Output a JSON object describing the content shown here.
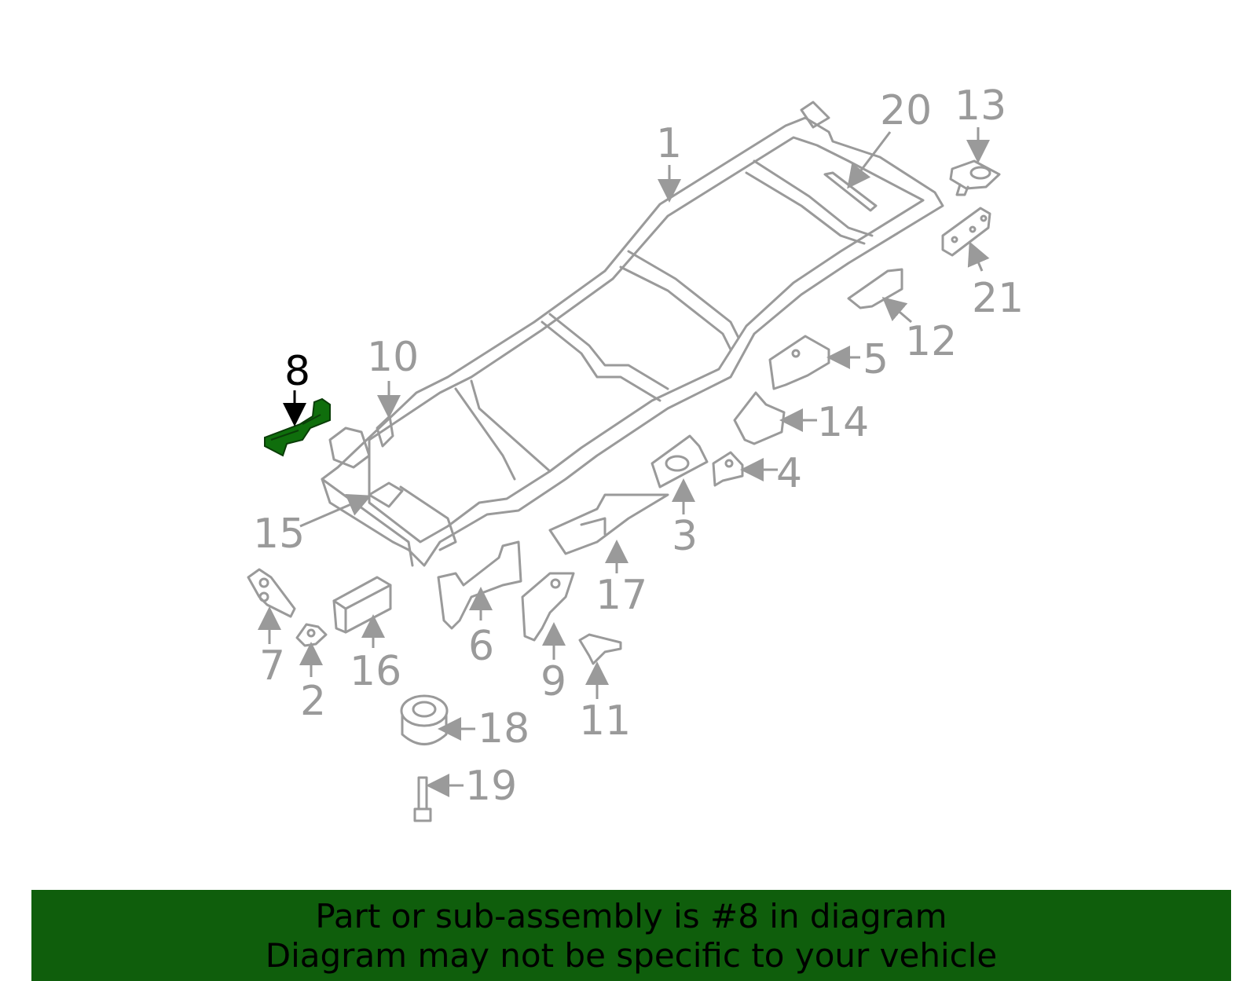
{
  "colors": {
    "line": "#9a9a9a",
    "highlight_fill": "#0f6e0c",
    "highlight_text": "#000000",
    "banner_bg": "#0f5e0c"
  },
  "highlighted_part": "8",
  "callouts": {
    "c1": "1",
    "c2": "2",
    "c3": "3",
    "c4": "4",
    "c5": "5",
    "c6": "6",
    "c7": "7",
    "c8": "8",
    "c9": "9",
    "c10": "10",
    "c11": "11",
    "c12": "12",
    "c13": "13",
    "c14": "14",
    "c15": "15",
    "c16": "16",
    "c17": "17",
    "c18": "18",
    "c19": "19",
    "c20": "20",
    "c21": "21"
  },
  "banner": {
    "line1": "Part or sub-assembly is #8 in diagram",
    "line2": "Diagram may not be specific to your vehicle"
  }
}
